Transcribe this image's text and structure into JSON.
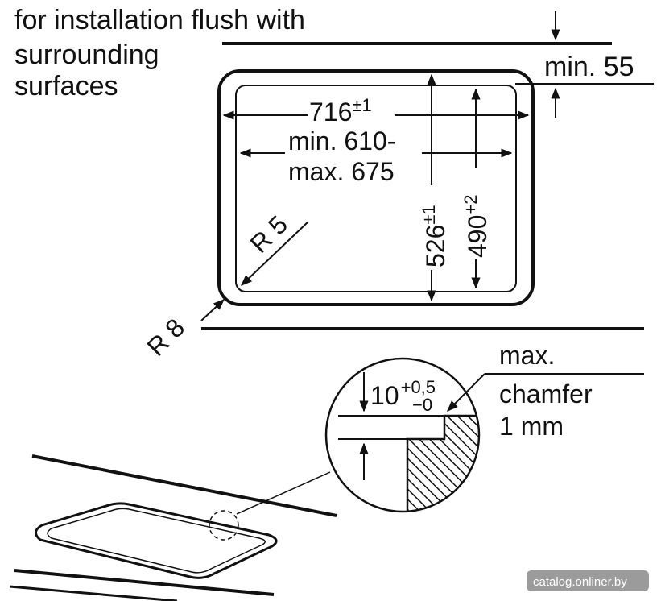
{
  "heading": {
    "line1": "for installation flush with",
    "line2": "surrounding",
    "line3": "surfaces"
  },
  "dimensions": {
    "min_depth": "min. 55",
    "outer_width_value": "716",
    "outer_width_tol": "±1",
    "inner_width_min": "min. 610-",
    "inner_width_max": "max. 675",
    "outer_depth_value": "526",
    "outer_depth_tol": "±1",
    "inner_depth_value": "490",
    "inner_depth_tol": "+2",
    "inner_radius": "R 5",
    "outer_radius": "R 8"
  },
  "detail": {
    "recess_value": "10",
    "recess_tol_plus": "+0,5",
    "recess_tol_minus": "−0",
    "chamfer_line1": "max.",
    "chamfer_line2": "chamfer",
    "chamfer_line3": "1 mm"
  },
  "watermark": "catalog.onliner.by",
  "colors": {
    "ink": "#111111",
    "background": "#ffffff"
  }
}
